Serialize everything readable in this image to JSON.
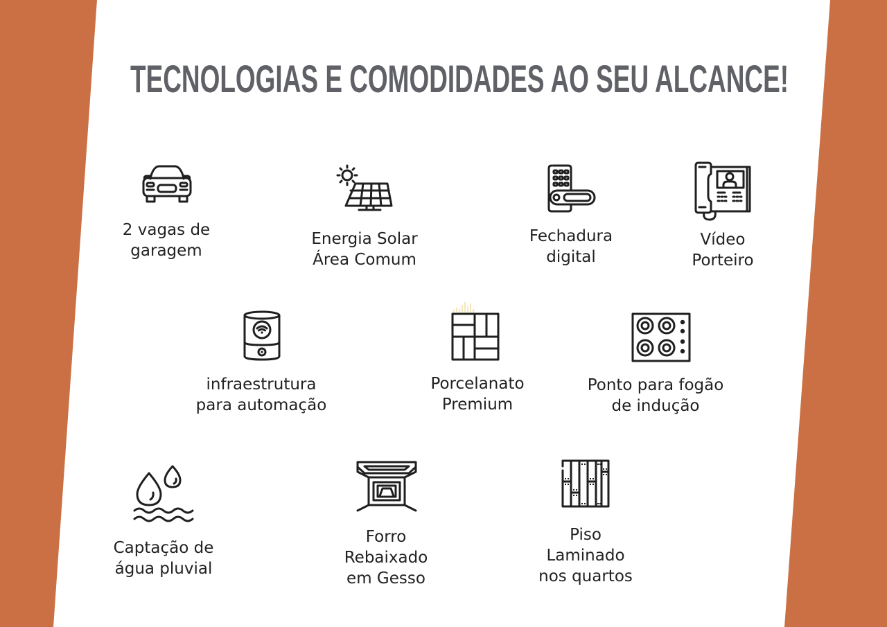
{
  "title": "TECNOLOGIAS E  COMODIDADES AO  SEU ALCANCE!",
  "colors": {
    "background_orange": "#CB7045",
    "panel": "#FFFFFF",
    "title": "#5F6166",
    "text": "#222222",
    "icon": "#1F1F1F"
  },
  "features": [
    {
      "icon": "car-icon",
      "lines": [
        "2 vagas de",
        "garagem"
      ]
    },
    {
      "icon": "solar-panel-icon",
      "lines": [
        "Energia Solar",
        "Área Comum"
      ]
    },
    {
      "icon": "digital-lock-icon",
      "lines": [
        "Fechadura",
        "digital"
      ]
    },
    {
      "icon": "video-intercom-icon",
      "lines": [
        "Vídeo",
        "Porteiro"
      ]
    },
    {
      "icon": "smart-hub-icon",
      "lines": [
        "infraestrutura",
        "para automação"
      ]
    },
    {
      "icon": "tile-floor-icon",
      "lines": [
        "Porcelanato",
        "Premium"
      ]
    },
    {
      "icon": "induction-cooktop-icon",
      "lines": [
        "Ponto para fogão",
        "de indução"
      ]
    },
    {
      "icon": "rainwater-icon",
      "lines": [
        "Captação de",
        "água pluvial"
      ]
    },
    {
      "icon": "drop-ceiling-icon",
      "lines": [
        "Forro",
        "Rebaixado",
        "em Gesso"
      ]
    },
    {
      "icon": "laminate-floor-icon",
      "lines": [
        "Piso",
        "Laminado",
        "nos quartos"
      ]
    }
  ]
}
